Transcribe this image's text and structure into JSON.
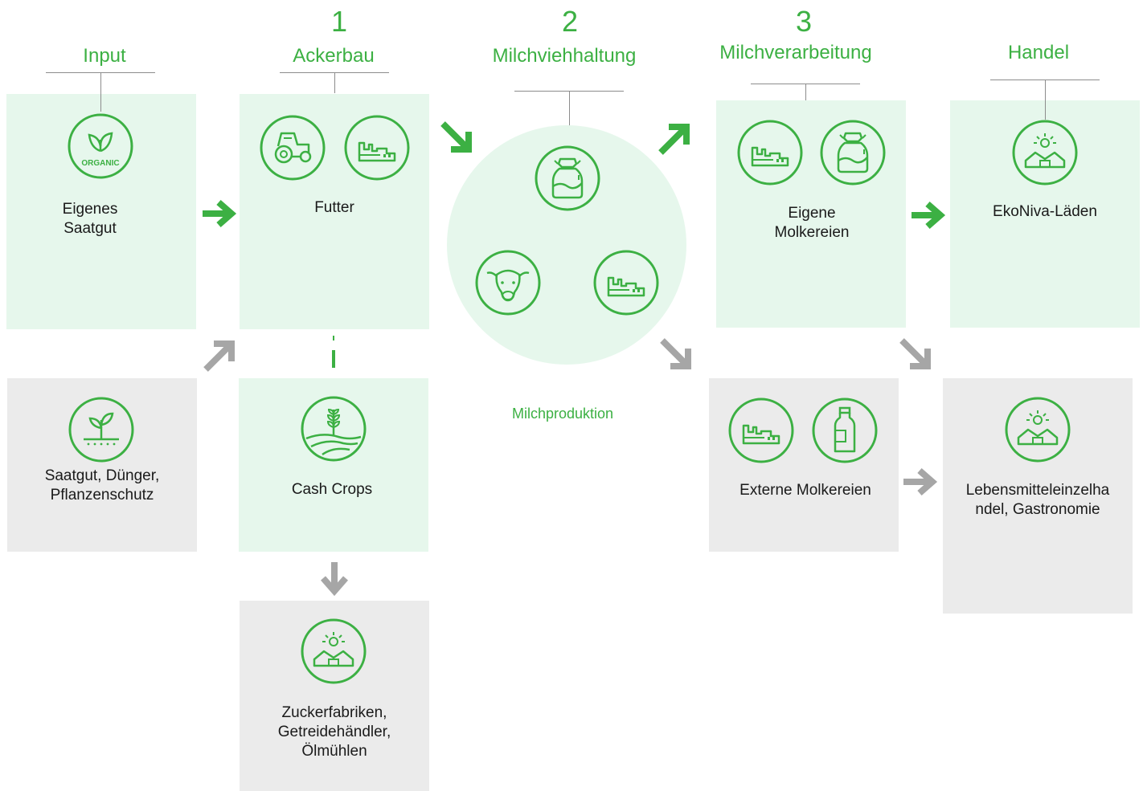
{
  "stages": {
    "input": {
      "title": "Input"
    },
    "ackerbau": {
      "number": "1",
      "title": "Ackerbau"
    },
    "milchvieh": {
      "number": "2",
      "title": "Milchviehhaltung"
    },
    "milchverarbeitung": {
      "number": "3",
      "title": "Milchverarbeitung"
    },
    "handel": {
      "title": "Handel"
    }
  },
  "boxes": {
    "eigenes_saatgut": "Eigenes\nSaatgut",
    "futter": "Futter",
    "milchproduktion": "Milchproduktion",
    "eigene_molkereien": "Eigene\nMolkereien",
    "ekoniva_laeden": "EkoNiva-Läden",
    "saatgut_duenger": "Saatgut, Dünger,\nPflanzenschutz",
    "cash_crops": "Cash Crops",
    "zuckerfabriken": "Zuckerfabriken,\nGetreidehändler,\nÖlmühlen",
    "externe_molkereien": "Externe Molkereien",
    "lebensmittel": "Lebensmitteleinzelha\nndel, Gastronomie"
  },
  "icons": {
    "organic_text": "ORGANIC"
  },
  "colors": {
    "brand_green": "#3cb043",
    "box_green": "#e6f7ec",
    "box_grey": "#ebebeb",
    "arrow_grey": "#a6a6a6"
  }
}
